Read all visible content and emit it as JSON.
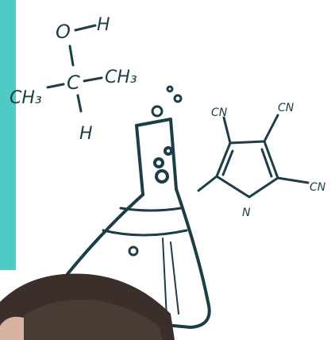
{
  "colors": {
    "ink": "#1d3d47",
    "teal_panel": "#4fcac4",
    "background": "#ffffff",
    "hair": "#3a2f2b",
    "skin": "#d8b2a1"
  },
  "molecule_top": {
    "o": "O",
    "h_right": "H",
    "left_group": "CH₃",
    "carbon": "C",
    "right_group": "CH₃",
    "h_bottom": "H"
  },
  "ring_molecule": {
    "cn_top_left": "CN",
    "cn_top_right": "CN",
    "cn_right": "CN",
    "n_bottom": "N"
  },
  "icons": [
    "flask-icon",
    "bubble-icon"
  ]
}
